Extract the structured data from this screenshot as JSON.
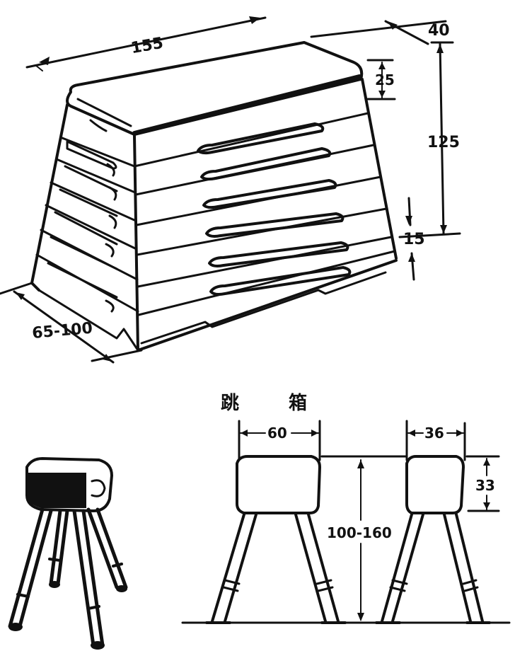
{
  "vaulting_box": {
    "dim_length": "155",
    "dim_depth": "40",
    "dim_top": "25",
    "dim_height": "125",
    "dim_base": "15",
    "dim_width": "65-100"
  },
  "caption": {
    "left": "跳",
    "right": "箱"
  },
  "vaulting_buck": {
    "dim_front_width": "60",
    "dim_side_width": "36",
    "dim_pad_height": "33",
    "dim_height": "100-160"
  },
  "colors": {
    "ink": "#111111",
    "paper": "#ffffff"
  }
}
